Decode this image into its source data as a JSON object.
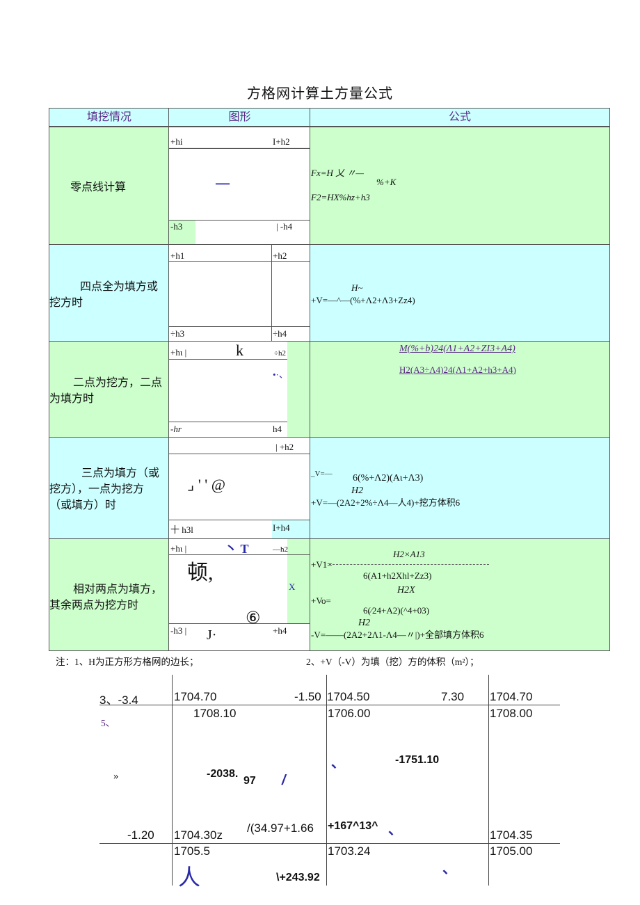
{
  "title": "方格网计算土方量公式",
  "table": {
    "headers": [
      "填挖情况",
      "图形",
      "公式"
    ],
    "rows": [
      {
        "label": "零点线计算",
        "fig": {
          "tl": "+hi",
          "tr": "I+h2",
          "mid": "一",
          "bl": "-h3",
          "br": "| -h4"
        },
        "formula": [
          "Fx=H 乂 〃—",
          "%+K",
          "F2=HX%hz+h3"
        ]
      },
      {
        "label": [
          "四点全为填方或",
          "挖方时"
        ],
        "fig": {
          "tl": "+h1",
          "tr": "+h2",
          "bl": "÷h3",
          "br": "÷h4"
        },
        "formula": [
          "H~",
          "+V=—^—(%+Λ2+Λ3+Zz4)"
        ]
      },
      {
        "label": [
          "二点为挖方，二点",
          "为填方时"
        ],
        "fig": {
          "tl": "+hι |",
          "tm": "k",
          "tr": "÷h2",
          "mid": "•·、",
          "bl": "-hr",
          "br": "h4"
        },
        "formula": [
          "M(%+b)24(Λ1+A2+ZI3+A4)",
          "H2(A3÷Λ4)24(Λ1+A2+h3+A4)"
        ]
      },
      {
        "label": [
          "三点为填方（或",
          "挖方），一点为挖方",
          "（或填方）时"
        ],
        "fig": {
          "tr": "| +h2",
          "mid": "⌟ ' ' @",
          "bl": "十 h3l",
          "br": "I+h4"
        },
        "formula": [
          "_V=—",
          "6(%+Λ2)(Aι+Λ3)",
          "H2",
          "+V=—(2A2+2%÷Λ4—人4)+挖方体积6"
        ]
      },
      {
        "label": [
          "相对两点为填方，",
          "其余两点为挖方时"
        ],
        "fig": {
          "tl": "+hι |",
          "tm": "丶 T",
          "tr": "—h2",
          "big": "顿,",
          "x": "X",
          "circ": "⑥",
          "bl": "-h3 |",
          "bm": "J·",
          "br": "+h4"
        },
        "formula": [
          "H2×A13",
          "+V1=",
          "6(A1+h2Xhl+Zz3)",
          "H2X",
          "+Vo=",
          "6(∕24+A2)(^4+03)",
          "H2",
          "-V=——(2A2+2Λ1-Λ4—〃|)+全部填方体积6"
        ]
      }
    ]
  },
  "note": {
    "left": "注：1、H为正方形方格网的边长；",
    "right": "2、+V（-V）为填（挖）方的体积（m²）；"
  },
  "grid": {
    "row1": [
      "3、-3.4",
      "1704.70",
      "-1.50",
      "1704.50",
      "7.30",
      "1704.70"
    ],
    "row2": [
      "1708.10",
      "1706.00",
      "1708.00"
    ],
    "marker5": "5、",
    "guillemet": "»",
    "center": [
      "-2038.",
      "97",
      "/",
      "、",
      "-1751.10"
    ],
    "row3": [
      "-1.20",
      "1704.30z",
      "/(34.97+1.66",
      "+167^13^",
      "、",
      "1704.35"
    ],
    "row4": [
      "1705.5",
      "1703.24",
      "1705.00"
    ],
    "bottom": [
      "人",
      "、",
      "\\+243.92"
    ]
  }
}
